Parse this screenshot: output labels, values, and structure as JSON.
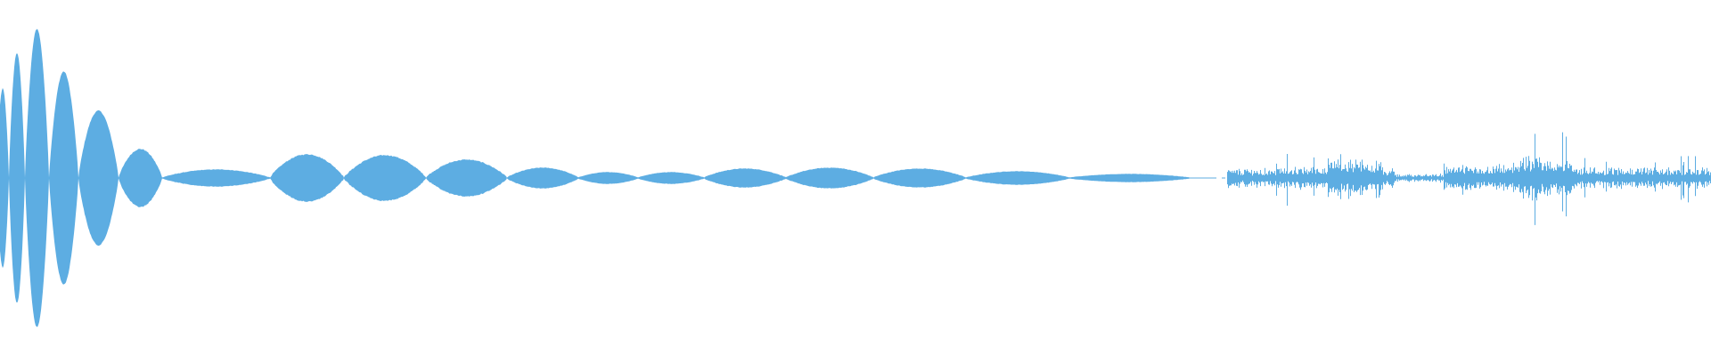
{
  "chart_data": {
    "type": "waveform",
    "title": "",
    "color": "#5dade2",
    "background": "#ffffff",
    "duration_frames": 1920,
    "amplitude_range": [
      -1,
      1
    ],
    "tonal_segments": [
      {
        "start": -4,
        "end": 10,
        "peak": 0.5
      },
      {
        "start": 10,
        "end": 28,
        "peak": 0.7
      },
      {
        "start": 28,
        "end": 55,
        "peak": 0.835
      },
      {
        "start": 55,
        "end": 88,
        "peak": 0.595
      },
      {
        "start": 88,
        "end": 133,
        "peak": 0.375
      },
      {
        "start": 133,
        "end": 182,
        "peak": 0.16
      },
      {
        "start": 182,
        "end": 303,
        "peak": 0.045
      },
      {
        "start": 303,
        "end": 386,
        "peak": 0.13
      },
      {
        "start": 386,
        "end": 478,
        "peak": 0.125
      },
      {
        "start": 478,
        "end": 569,
        "peak": 0.1
      },
      {
        "start": 569,
        "end": 649,
        "peak": 0.055
      },
      {
        "start": 649,
        "end": 716,
        "peak": 0.03
      },
      {
        "start": 716,
        "end": 790,
        "peak": 0.03
      },
      {
        "start": 790,
        "end": 882,
        "peak": 0.05
      },
      {
        "start": 882,
        "end": 980,
        "peak": 0.055
      },
      {
        "start": 980,
        "end": 1084,
        "peak": 0.05
      },
      {
        "start": 1084,
        "end": 1200,
        "peak": 0.035
      },
      {
        "start": 1200,
        "end": 1335,
        "peak": 0.02
      }
    ],
    "noise_segments": [
      {
        "start": 1377,
        "end": 1440,
        "peak": 0.05,
        "spike": 0.15
      },
      {
        "start": 1440,
        "end": 1490,
        "peak": 0.06,
        "spike": 0.2
      },
      {
        "start": 1490,
        "end": 1550,
        "peak": 0.1,
        "spike": 0.13
      },
      {
        "start": 1550,
        "end": 1565,
        "peak": 0.05,
        "spike": 0.07
      },
      {
        "start": 1565,
        "end": 1620,
        "peak": 0.02,
        "spike": 0.03
      },
      {
        "start": 1620,
        "end": 1680,
        "peak": 0.06,
        "spike": 0.08
      },
      {
        "start": 1680,
        "end": 1700,
        "peak": 0.07,
        "spike": 0.1
      },
      {
        "start": 1700,
        "end": 1770,
        "peak": 0.11,
        "spike": 0.26
      },
      {
        "start": 1770,
        "end": 1920,
        "peak": 0.055,
        "spike": 0.12
      }
    ]
  }
}
